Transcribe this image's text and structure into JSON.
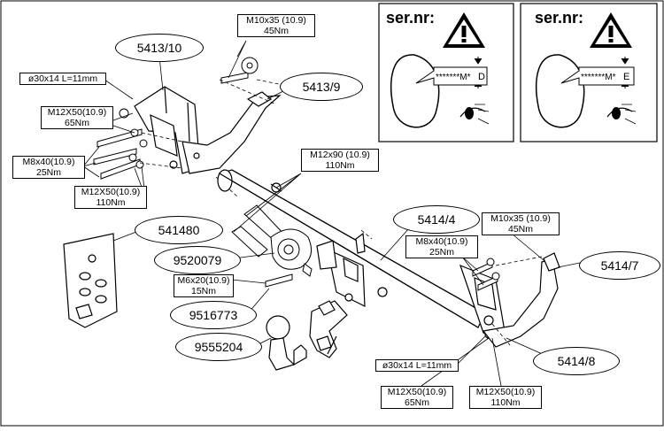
{
  "parts": {
    "bracket_left": "5413/10",
    "bracket_left_arm": "5413/9",
    "main_bar": "5414/4",
    "bracket_right_arm": "5414/7",
    "bracket_right": "5414/8",
    "electric_kit": "541480",
    "bolt_set": "9520079",
    "socket_plate": "9516773",
    "ball_neck": "9555204"
  },
  "specs": {
    "m10x35_top": {
      "size": "M10x35 (10.9)",
      "torque": "45Nm"
    },
    "spacer_left": {
      "text": "ø30x14 L=11mm"
    },
    "m12x50_left_top": {
      "size": "M12X50(10.9)",
      "torque": "65Nm"
    },
    "m8x40_left": {
      "size": "M8x40(10.9)",
      "torque": "25Nm"
    },
    "m12x50_left_bottom": {
      "size": "M12X50(10.9)",
      "torque": "110Nm"
    },
    "m12x90": {
      "size": "M12x90 (10.9)",
      "torque": "110Nm"
    },
    "m10x35_right": {
      "size": "M10x35 (10.9)",
      "torque": "45Nm"
    },
    "m8x40_right": {
      "size": "M8x40(10.9)",
      "torque": "25Nm"
    },
    "m6x20": {
      "size": "M6x20(10.9)",
      "torque": "15Nm"
    },
    "spacer_right": {
      "text": "ø30x14 L=11mm"
    },
    "m12x50_right_a": {
      "size": "M12X50(10.9)",
      "torque": "65Nm"
    },
    "m12x50_right_b": {
      "size": "M12X50(10.9)",
      "torque": "110Nm"
    }
  },
  "serial": {
    "left": {
      "title": "ser.nr:",
      "code": "*******M*",
      "letter": "D"
    },
    "right": {
      "title": "ser.nr:",
      "code": "*******M*",
      "letter": "E"
    }
  }
}
